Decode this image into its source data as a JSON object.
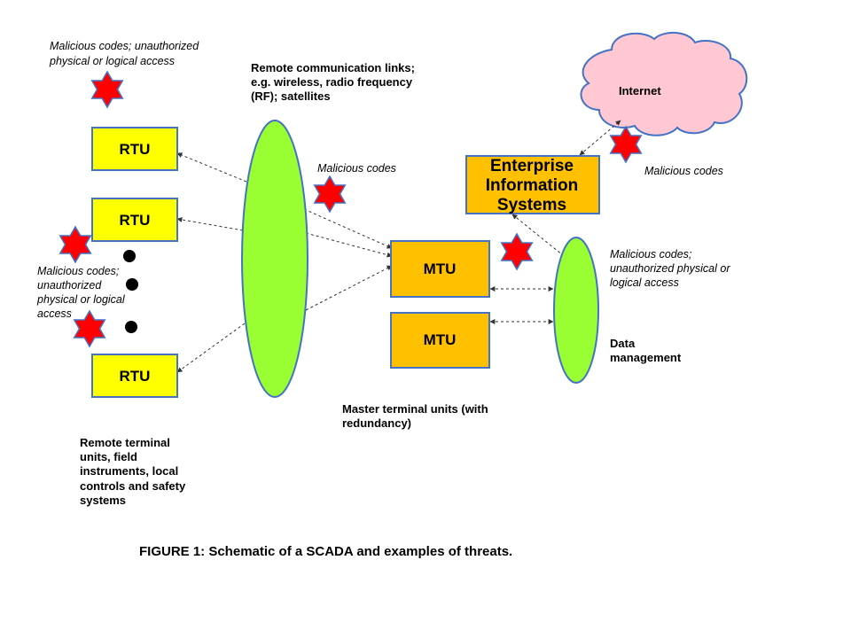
{
  "nodes": {
    "rtu_1": "RTU",
    "rtu_2": "RTU",
    "rtu_3": "RTU",
    "mtu_1": "MTU",
    "mtu_2": "MTU",
    "enterprise": [
      "Enterprise",
      "Information",
      "Systems"
    ],
    "internet": "Internet"
  },
  "annotations": {
    "rtu_threat_top": [
      "Malicious codes;  unauthorized",
      "physical or logical access"
    ],
    "rtu_threat_left": [
      "Malicious codes;",
      "unauthorized",
      "physical or logical",
      "access"
    ],
    "remote_links": [
      "Remote communication links;",
      "e.g. wireless,  radio frequency",
      "(RF); satellites"
    ],
    "link_threat": "Malicious codes",
    "internet_threat": "Malicious codes",
    "data_mgmt_threat": [
      "Malicious codes;",
      "unauthorized physical or",
      "logical access"
    ],
    "data_management": [
      "Data",
      "management"
    ],
    "mtu_caption": [
      "Master terminal units (with",
      "redundancy)"
    ],
    "rtu_caption": [
      "Remote terminal",
      "units, field",
      "instruments, local",
      "controls and safety",
      "systems"
    ]
  },
  "caption": "FIGURE 1: Schematic of a SCADA  and examples of   threats.",
  "colors": {
    "rtu_fill": "#ffff00",
    "mtu_fill": "#ffc000",
    "ellipse_fill": "#99ff33",
    "cloud_fill": "#ffc8d2",
    "star_fill": "#ff0000",
    "box_stroke": "#4472c4"
  }
}
